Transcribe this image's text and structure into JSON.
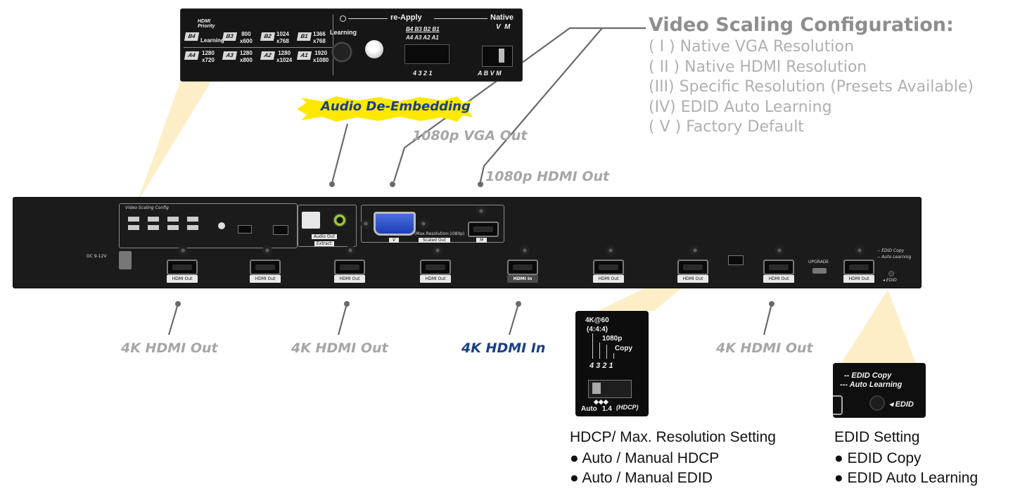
{
  "top_panel": {
    "hdmi_priority": "HDMI\nPriority",
    "reapply": "re-Apply",
    "native": "Native",
    "v": "V",
    "m": "M",
    "learning": "Learning",
    "cells": [
      {
        "code": "B4",
        "label": "Learning"
      },
      {
        "code": "B3",
        "label": "800\nx600"
      },
      {
        "code": "B2",
        "label": "1024\nx768"
      },
      {
        "code": "B1",
        "label": "1366\nx768"
      },
      {
        "code": "A4",
        "label": "1280\nx720"
      },
      {
        "code": "A3",
        "label": "1280\nx800"
      },
      {
        "code": "A2",
        "label": "1280\nx1024"
      },
      {
        "code": "A1",
        "label": "1920\nx1080"
      }
    ],
    "switch_top": "B4 B3 B2 B1",
    "switch_bot": "A4 A3 A2 A1",
    "nums": "4 3 2 1",
    "abvm": "A B V M"
  },
  "annotations": {
    "audio_de_embedding": "Audio De-Embedding",
    "vga_out": "1080p VGA Out",
    "hdmi_out_1080p": "1080p HDMI Out",
    "hdmi_out_4k_1": "4K HDMI Out",
    "hdmi_out_4k_2": "4K HDMI Out",
    "hdmi_in_4k": "4K HDMI In",
    "hdmi_out_4k_3": "4K HDMI Out"
  },
  "video_scaling": {
    "title": "Video Scaling Configuration:",
    "items": [
      "( I ) Native VGA Resolution",
      "( II ) Native HDMI Resolution",
      "(III) Specific Resolution (Presets Available)",
      "(IV) EDID Auto Learning",
      "( V ) Factory Default"
    ]
  },
  "hdcp_zoom": {
    "fourk": "4K@60",
    "fourfourfour": "(4:4:4)",
    "p1080": "1080p",
    "copy": "Copy",
    "nums": "4 3 2 1",
    "auto": "Auto",
    "v14": "1.4",
    "hdcp": "(HDCP)"
  },
  "hdcp_setting": {
    "title": "HDCP/ Max. Resolution Setting",
    "bullets": [
      "● Auto / Manual HDCP",
      "● Auto / Manual EDID"
    ]
  },
  "edid_zoom": {
    "copy": "-- EDID Copy",
    "learning": "--- Auto Learning",
    "edid": "◂ EDID"
  },
  "edid_setting": {
    "title": "EDID Setting",
    "bullets": [
      "● EDID Copy",
      "● EDID Auto Learning"
    ]
  },
  "device": {
    "panel_title": "Video Scaling Config",
    "dc": "DC 9-12V",
    "audio_out": "Audio Out",
    "extract": "Extract",
    "max_res": "(Max.Resolution:1080p)",
    "scaled_out": "Scaled Out",
    "v": "V",
    "m": "M",
    "upgrade": "UPGRADE",
    "hdmi_out": "HDMI Out",
    "hdmi_in": "HDMI In",
    "edid_copy": "-- EDID Copy",
    "auto_learning": "-- Auto Learning",
    "edid": "◂ EDID"
  }
}
